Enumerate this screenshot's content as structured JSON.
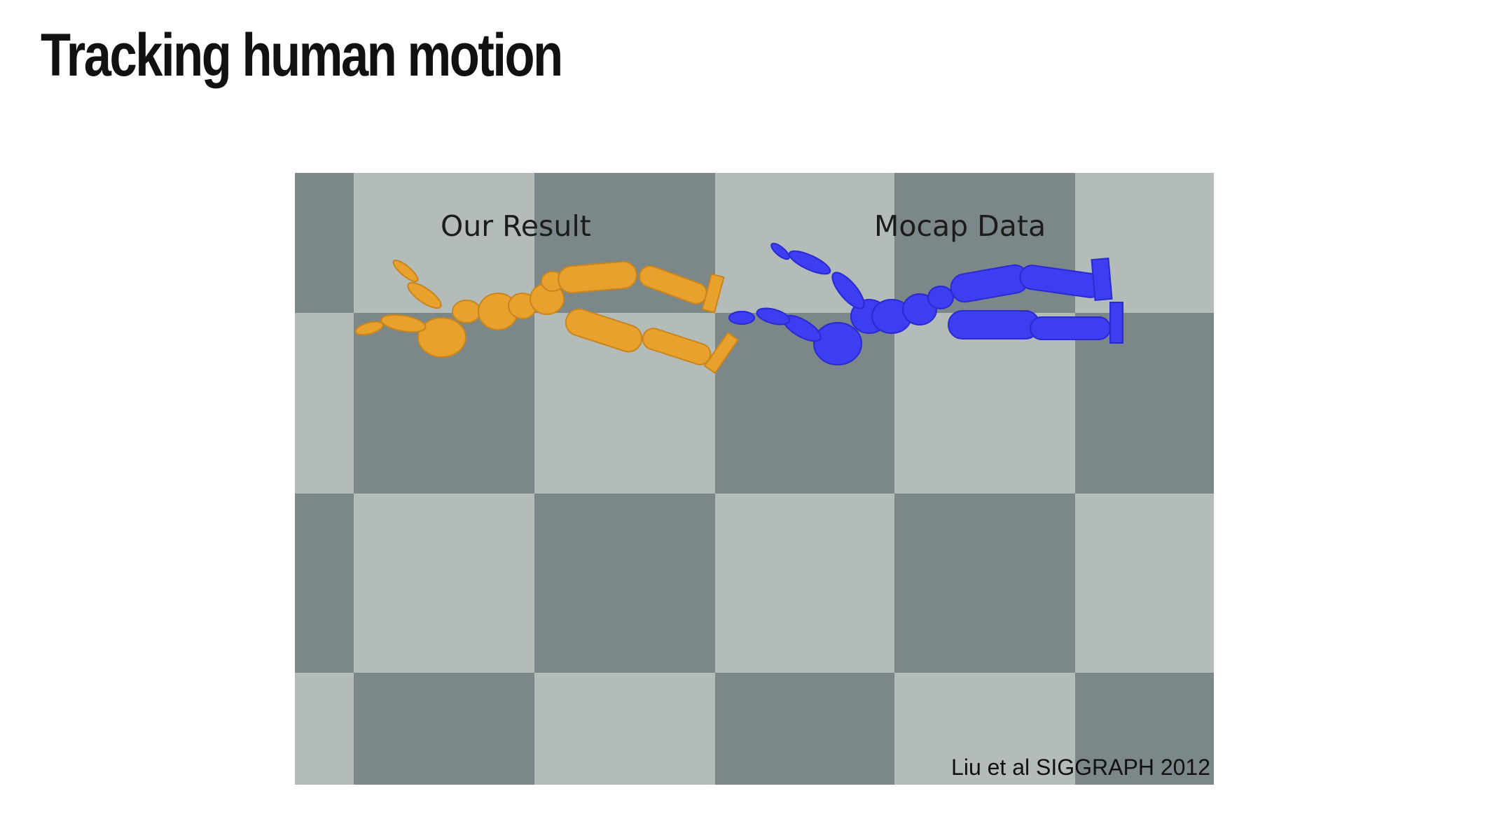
{
  "slide": {
    "title": "Tracking human motion"
  },
  "figure": {
    "left_label": "Our Result",
    "right_label": "Mocap Data",
    "citation": "Liu et al SIGGRAPH 2012",
    "colors": {
      "floor_light": "#b3bcb8",
      "floor_dark": "#7b8789",
      "result_figure": "#e8a12c",
      "mocap_figure": "#3d3df2"
    }
  }
}
